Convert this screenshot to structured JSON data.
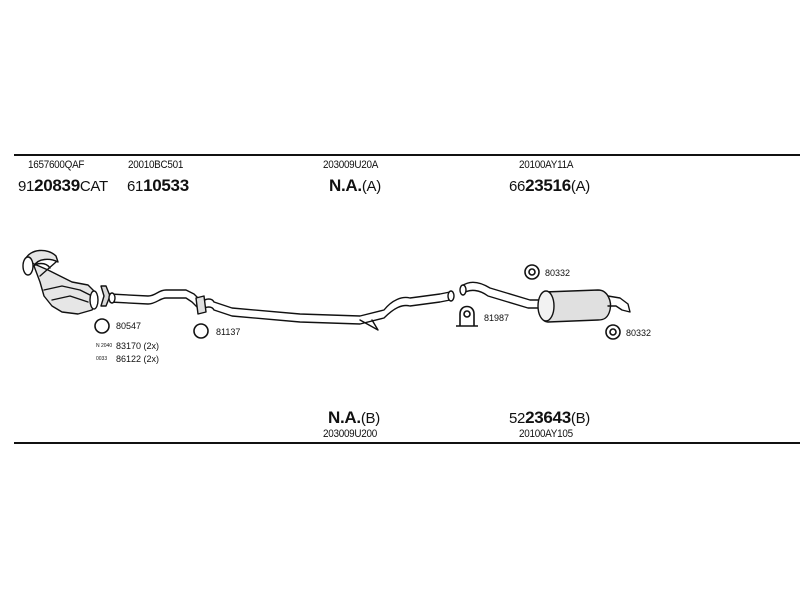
{
  "top_row": [
    {
      "oem": "1657600QAF",
      "pre": "91",
      "num": "20839",
      "suf": "CAT"
    },
    {
      "oem": "20010BC501",
      "pre": "61",
      "num": "10533",
      "suf": ""
    },
    {
      "oem": "203009U20A",
      "pre": "",
      "num": "N.A.",
      "suf": "(A)"
    },
    {
      "oem": "20100AY11A",
      "pre": "66",
      "num": "23516",
      "suf": "(A)"
    }
  ],
  "bottom_row": [
    {
      "oem": "203009U200",
      "pre": "",
      "num": "N.A.",
      "suf": "(B)"
    },
    {
      "oem": "20100AY105",
      "pre": "52",
      "num": "23643",
      "suf": "(B)"
    }
  ],
  "parts": {
    "ring_left": "80547",
    "bolt_left": "83170 (2x)",
    "nut_left": "86122 (2x)",
    "bolt_tiny": "N 2040",
    "nut_tiny": "0033",
    "ring_mid": "81137",
    "clamp": "81987",
    "hanger_top": "80332",
    "hanger_bottom": "80332"
  }
}
